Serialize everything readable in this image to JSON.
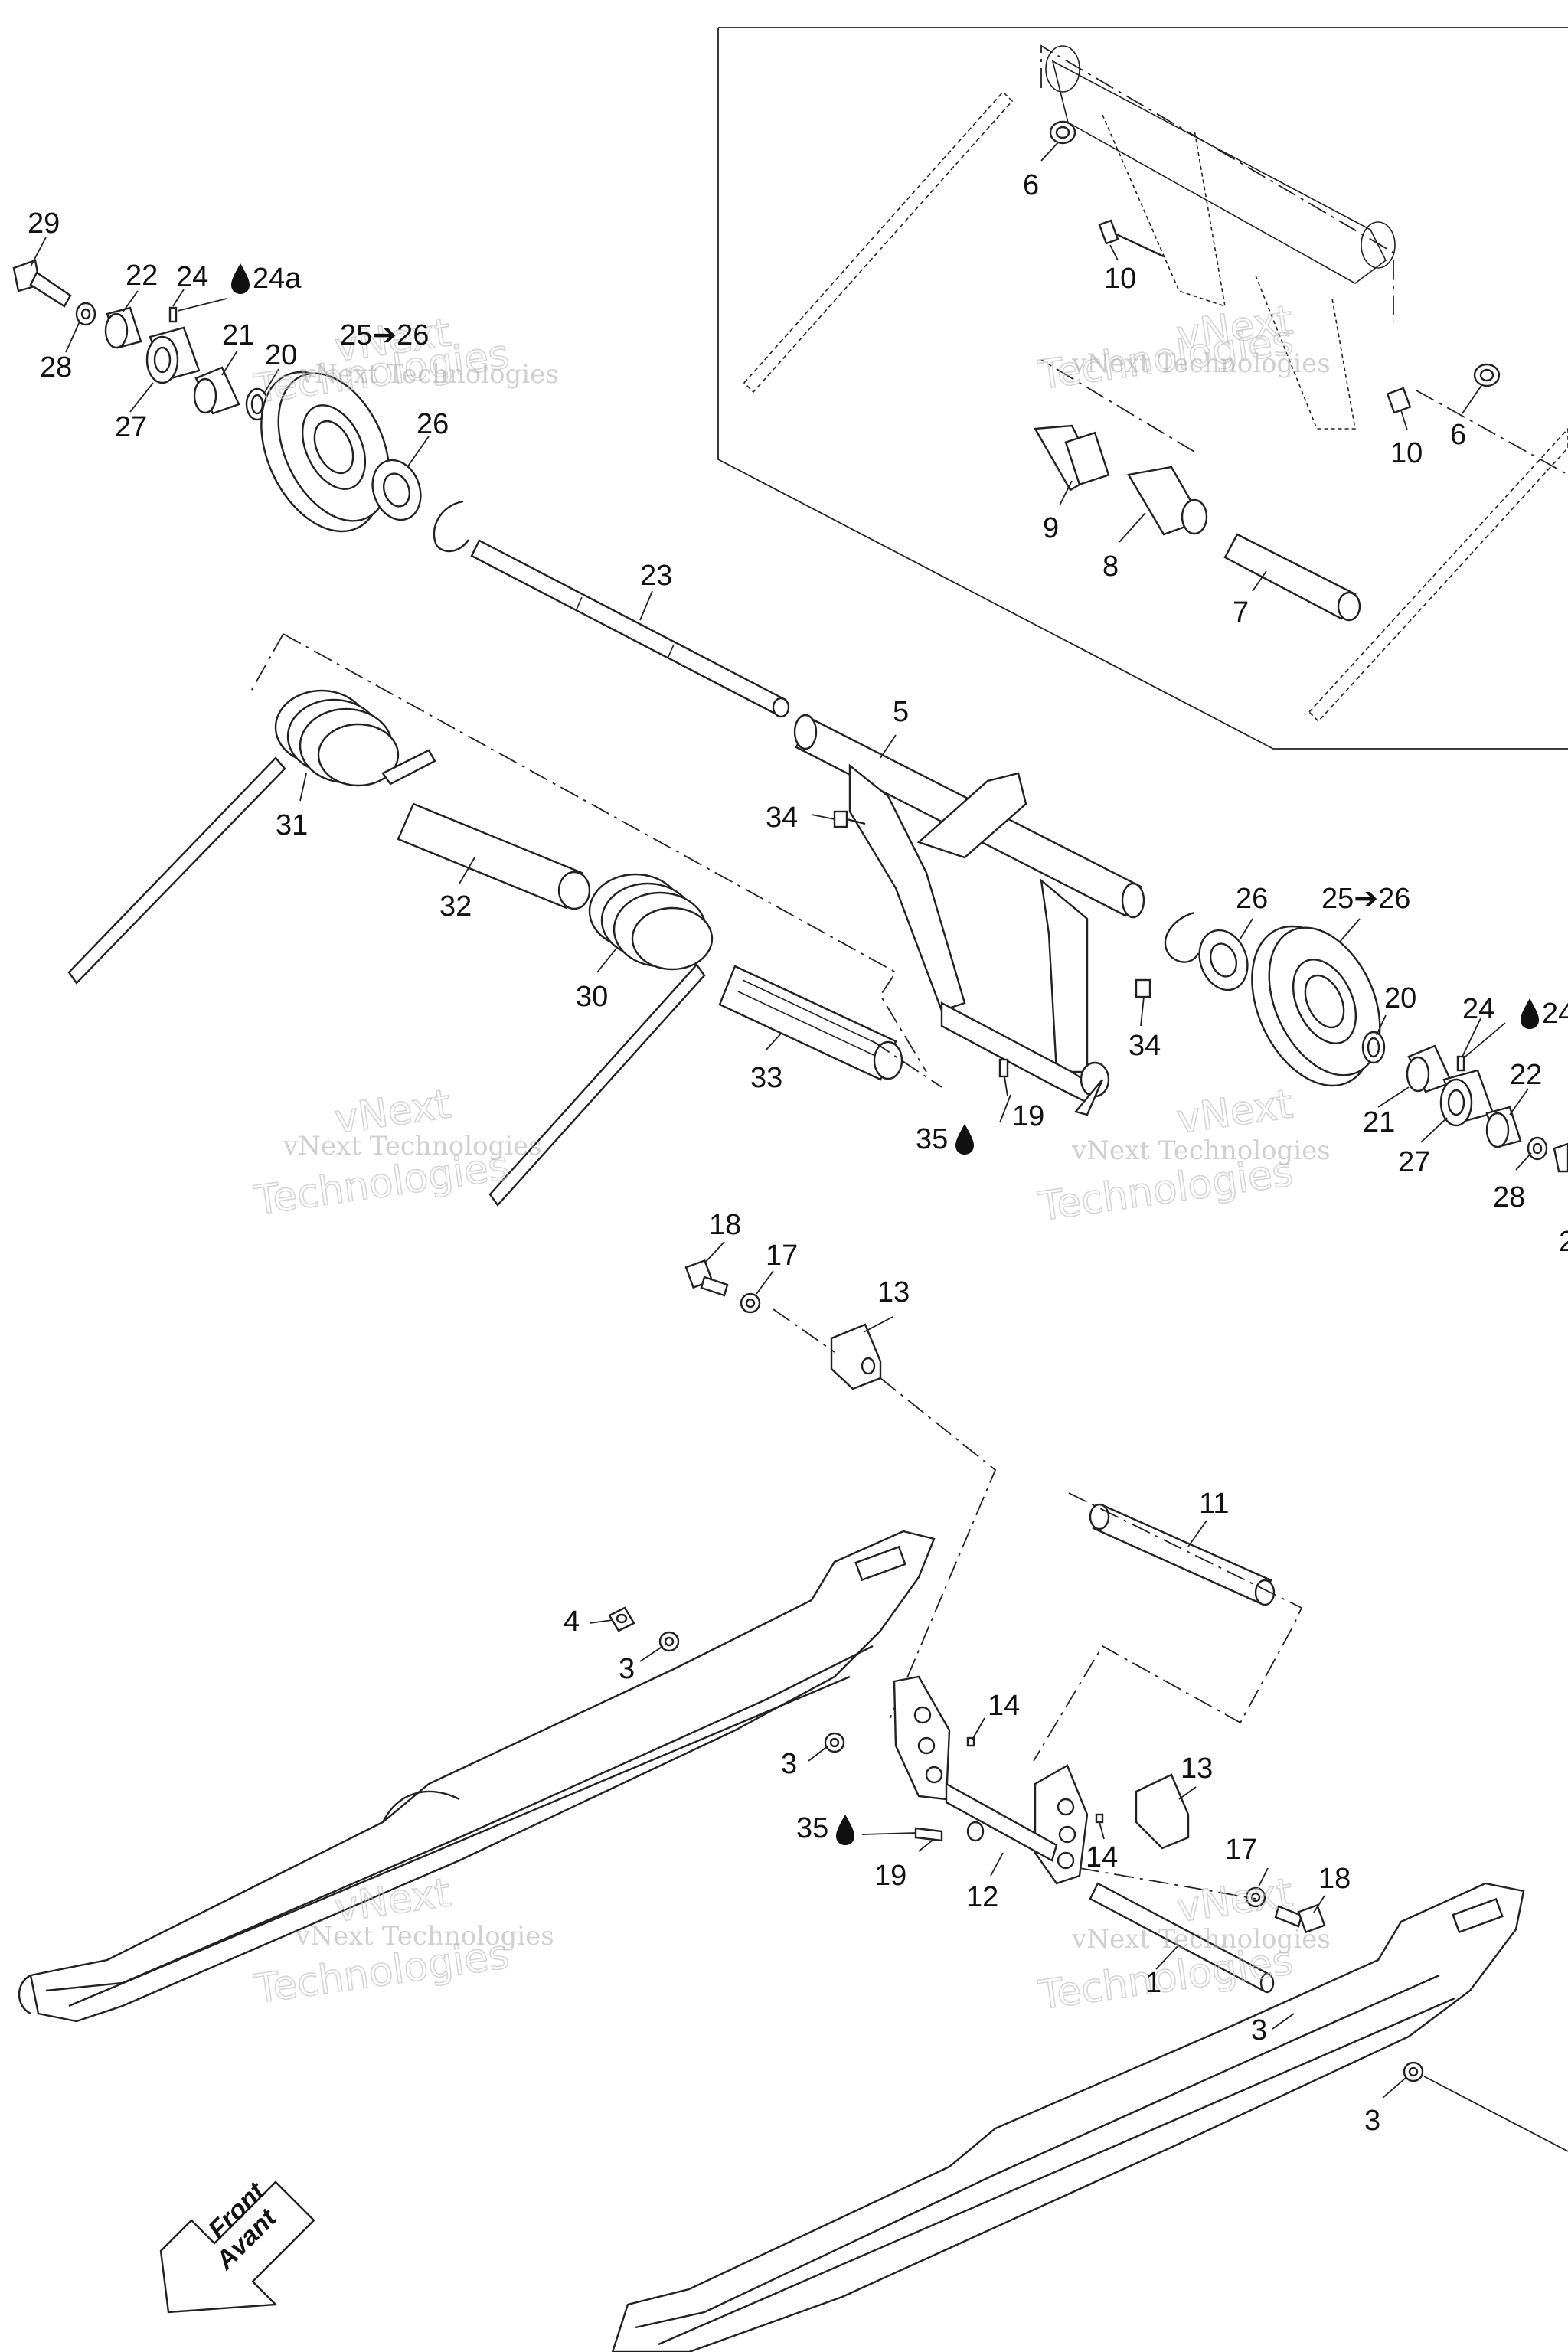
{
  "callouts": [
    {
      "id": "c29",
      "text": "29"
    },
    {
      "id": "c22a",
      "text": "22"
    },
    {
      "id": "c24a",
      "text": "24"
    },
    {
      "id": "c24aa",
      "text": "24a"
    },
    {
      "id": "c28a",
      "text": "28"
    },
    {
      "id": "c21a",
      "text": "21"
    },
    {
      "id": "c20a",
      "text": "20"
    },
    {
      "id": "c2526a",
      "text": "25➔26"
    },
    {
      "id": "c27a",
      "text": "27"
    },
    {
      "id": "c26a",
      "text": "26"
    },
    {
      "id": "c23",
      "text": "23"
    },
    {
      "id": "c6a",
      "text": "6"
    },
    {
      "id": "c10a",
      "text": "10"
    },
    {
      "id": "c10b",
      "text": "10"
    },
    {
      "id": "c6b",
      "text": "6"
    },
    {
      "id": "c9",
      "text": "9"
    },
    {
      "id": "c8",
      "text": "8"
    },
    {
      "id": "c7",
      "text": "7"
    },
    {
      "id": "c5",
      "text": "5"
    },
    {
      "id": "c34a",
      "text": "34"
    },
    {
      "id": "c31",
      "text": "31"
    },
    {
      "id": "c32",
      "text": "32"
    },
    {
      "id": "c30",
      "text": "30"
    },
    {
      "id": "c33",
      "text": "33"
    },
    {
      "id": "c26b",
      "text": "26"
    },
    {
      "id": "c2526b",
      "text": "25➔26"
    },
    {
      "id": "c20b",
      "text": "20"
    },
    {
      "id": "c24b",
      "text": "24"
    },
    {
      "id": "c24ab",
      "text": "24"
    },
    {
      "id": "c34b",
      "text": "34"
    },
    {
      "id": "c35a",
      "text": "35"
    },
    {
      "id": "c19a",
      "text": "19"
    },
    {
      "id": "c21b",
      "text": "21"
    },
    {
      "id": "c22b",
      "text": "22"
    },
    {
      "id": "c27b",
      "text": "27"
    },
    {
      "id": "c28b",
      "text": "28"
    },
    {
      "id": "c2b",
      "text": "2"
    },
    {
      "id": "c18a",
      "text": "18"
    },
    {
      "id": "c17a",
      "text": "17"
    },
    {
      "id": "c13a",
      "text": "13"
    },
    {
      "id": "c11",
      "text": "11"
    },
    {
      "id": "c4",
      "text": "4"
    },
    {
      "id": "c3a",
      "text": "3"
    },
    {
      "id": "c14a",
      "text": "14"
    },
    {
      "id": "c3b",
      "text": "3"
    },
    {
      "id": "c13b",
      "text": "13"
    },
    {
      "id": "c35b",
      "text": "35"
    },
    {
      "id": "c14b",
      "text": "14"
    },
    {
      "id": "c19b",
      "text": "19"
    },
    {
      "id": "c12",
      "text": "12"
    },
    {
      "id": "c17b",
      "text": "17"
    },
    {
      "id": "c18b",
      "text": "18"
    },
    {
      "id": "c1",
      "text": "1"
    },
    {
      "id": "c3c",
      "text": "3"
    },
    {
      "id": "c3d",
      "text": "3"
    }
  ],
  "watermark": {
    "line1": "vNext Technologies",
    "line2": "vNext",
    "line3": "Technologies"
  },
  "front_arrow": {
    "line1": "Front",
    "line2": "Avant"
  },
  "icons": {
    "oil_drop": "oil-drop-icon",
    "arrow": "arrow-right-icon"
  }
}
